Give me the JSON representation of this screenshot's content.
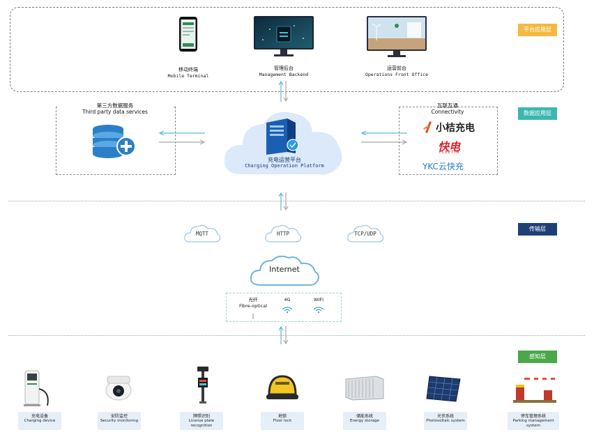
{
  "layers": {
    "platform_app": "平台应用层",
    "data_app": "数据应用层",
    "transport": "传输层",
    "perception": "感知层"
  },
  "colors": {
    "tag_orange": "#f5b93f",
    "tag_teal": "#3bb7b0",
    "tag_navy": "#1f3f78",
    "tag_green": "#4aa84a",
    "arrow_cyan": "#5ab7d6",
    "arrow_gray": "#a7a7a7",
    "cloud_blue": "#dbe9fa",
    "brand_xiaoju": "#e1562a",
    "brand_kuaidian": "#d8262a",
    "brand_ykc": "#2a7ec4"
  },
  "platform_apps": [
    {
      "cn": "移动终端",
      "en": "Mobile Terminal",
      "icon": "phone-icon"
    },
    {
      "cn": "管理后台",
      "en": "Management Backend",
      "icon": "monitor-dashboard-icon"
    },
    {
      "cn": "运营前台",
      "en": "Operations Front Office",
      "icon": "monitor-landscape-icon"
    }
  ],
  "third_party": {
    "cn": "第三方数据服务",
    "en": "Third party data services",
    "icon": "database-add-icon"
  },
  "connectivity": {
    "cn": "互联互通",
    "en": "Connectivity",
    "brands": [
      {
        "name": "小桔充电",
        "icon": "xiaoju-logo-icon"
      },
      {
        "name": "快电",
        "sub": "FLEETIN",
        "icon": "kuaidian-logo-icon"
      },
      {
        "name": "YKC云快充",
        "icon": "ykc-logo-icon"
      }
    ]
  },
  "platform": {
    "cn": "充电运营平台",
    "en": "Charging Operation Platform",
    "icon": "server-icon"
  },
  "protocols": [
    "MQTT",
    "HTTP",
    "TCP/UDP"
  ],
  "internet": {
    "label": "Internet",
    "links": [
      {
        "cn": "光纤",
        "en": "Fibre-optical",
        "icon": "fibre-icon"
      },
      {
        "en": "4G",
        "icon": "signal-icon"
      },
      {
        "en": "WIFI",
        "icon": "wifi-icon"
      }
    ]
  },
  "devices": [
    {
      "cn": "充电设备",
      "en": "Charging device",
      "icon": "charger-icon"
    },
    {
      "cn": "安防监控",
      "en": "Security monitoring",
      "icon": "camera-icon"
    },
    {
      "cn": "牌照识别",
      "en": "License plate recognition",
      "icon": "plate-camera-icon"
    },
    {
      "cn": "地锁",
      "en": "Floor lock",
      "icon": "floor-lock-icon"
    },
    {
      "cn": "储能系统",
      "en": "Energy storage",
      "icon": "container-icon"
    },
    {
      "cn": "光伏系统",
      "en": "Photovoltaic system",
      "icon": "solar-panel-icon"
    },
    {
      "cn": "停车管理系统",
      "en": "Parking management system",
      "icon": "barrier-gate-icon"
    }
  ]
}
